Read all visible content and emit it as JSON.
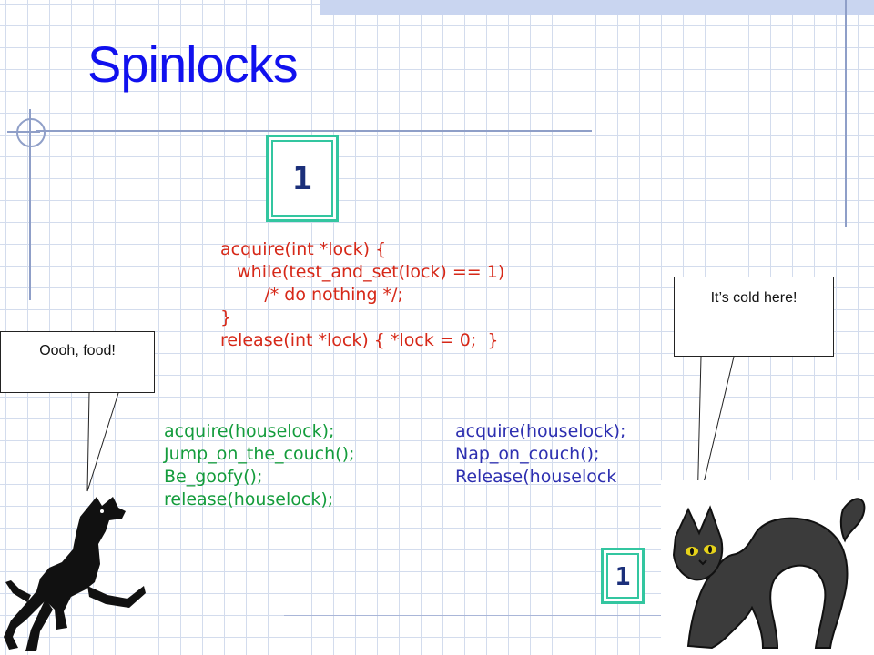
{
  "slide": {
    "title": "Spinlocks",
    "lock_code": [
      "acquire(int *lock) {",
      "   while(test_and_set(lock) == 1)",
      "        /* do nothing */;",
      "}",
      "release(int *lock) { *lock = 0;  }"
    ],
    "dog_code": [
      "acquire(houselock);",
      "Jump_on_the_couch();",
      "Be_goofy();",
      "release(houselock);"
    ],
    "cat_code": [
      "acquire(houselock);",
      "Nap_on_couch();",
      "Release(houselock"
    ],
    "lock_counter_top": "1",
    "lock_counter_bottom": "1",
    "dog_bubble": "Oooh, food!",
    "cat_bubble": "It’s cold here!"
  },
  "colors": {
    "title": "#1111ee",
    "lock_code": "#d62818",
    "dog_code": "#149c3c",
    "cat_code": "#2d2fb0",
    "counter_border": "#33c6a0"
  },
  "icons": {
    "dog": "dog-icon",
    "cat": "cat-icon"
  }
}
